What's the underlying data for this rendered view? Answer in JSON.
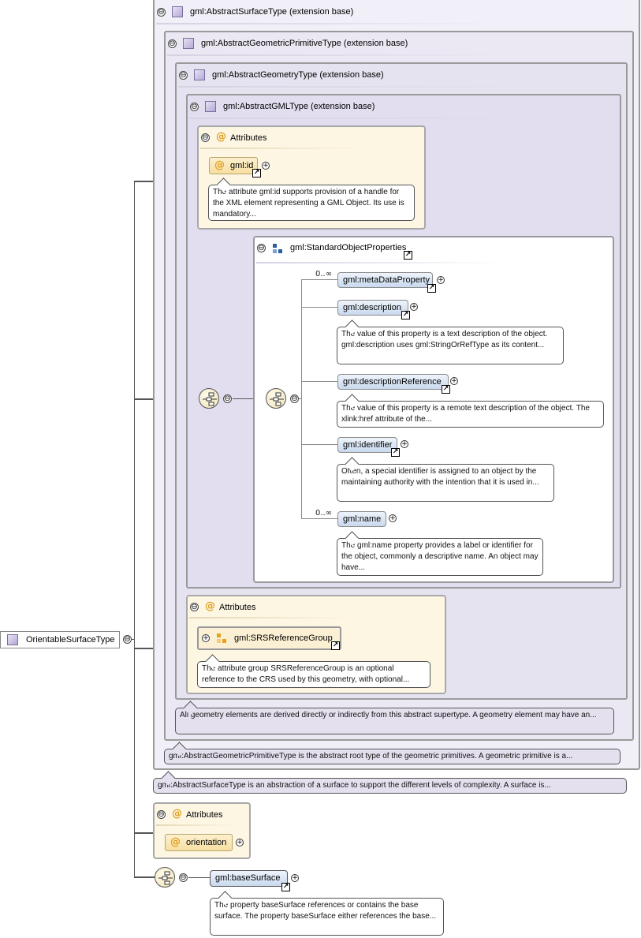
{
  "root": {
    "label": "OrientableSurfaceType"
  },
  "ext_abstract_surface": {
    "label": "gml:AbstractSurfaceType (extension base)",
    "doc": "gml:AbstractSurfaceType is an abstraction of a surface to support the different levels of complexity. A surface is..."
  },
  "ext_geometric_primitive": {
    "label": "gml:AbstractGeometricPrimitiveType (extension base)",
    "doc": "gml:AbstractGeometricPrimitiveType is the abstract root type of the geometric primitives. A geometric primitive is a..."
  },
  "ext_geometry": {
    "label": "gml:AbstractGeometryType (extension base)",
    "doc": "All geometry elements are derived directly or indirectly from this abstract supertype. A geometry element may have an..."
  },
  "ext_gml": {
    "label": "gml:AbstractGMLType (extension base)"
  },
  "attributes_gml": {
    "title": "Attributes",
    "id_label": "gml:id",
    "id_doc": "The attribute gml:id supports provision of a handle for the XML element representing a GML Object. Its use is mandatory..."
  },
  "standard_props": {
    "label": "gml:StandardObjectProperties",
    "items": [
      {
        "name": "gml:metaDataProperty",
        "card": "0..∞",
        "doc": ""
      },
      {
        "name": "gml:description",
        "card": "",
        "doc": "The value of this property is a text description of the object. gml:description uses gml:StringOrRefType as its content..."
      },
      {
        "name": "gml:descriptionReference",
        "card": "",
        "doc": "The value of this property is a remote text description of the object. The xlink:href attribute of the..."
      },
      {
        "name": "gml:identifier",
        "card": "",
        "doc": "Often, a special identifier is assigned to an object by the maintaining authority with the intention that it is used in..."
      },
      {
        "name": "gml:name",
        "card": "0..∞",
        "doc": "The gml:name property provides a label or identifier for the object, commonly a descriptive name. An object may have..."
      }
    ]
  },
  "attributes_srs": {
    "title": "Attributes",
    "group_label": "gml:SRSReferenceGroup",
    "group_doc": "The attribute group SRSReferenceGroup is an optional reference to the CRS used by this geometry, with optional..."
  },
  "attributes_orient": {
    "title": "Attributes",
    "orientation_label": "orientation"
  },
  "base_surface": {
    "label": "gml:baseSurface",
    "doc": "The property baseSurface references or contains the base surface. The property baseSurface either references the base..."
  },
  "glyphs": {
    "collapse": "⊖",
    "expand": "+",
    "link": "↗",
    "at": "@"
  },
  "colors": {
    "ext_bg": "#e6e3f0",
    "attr_bg": "#fdf6e3",
    "element_bg": "#c9d9ee",
    "doc_lavender": "#e4e0ee"
  }
}
